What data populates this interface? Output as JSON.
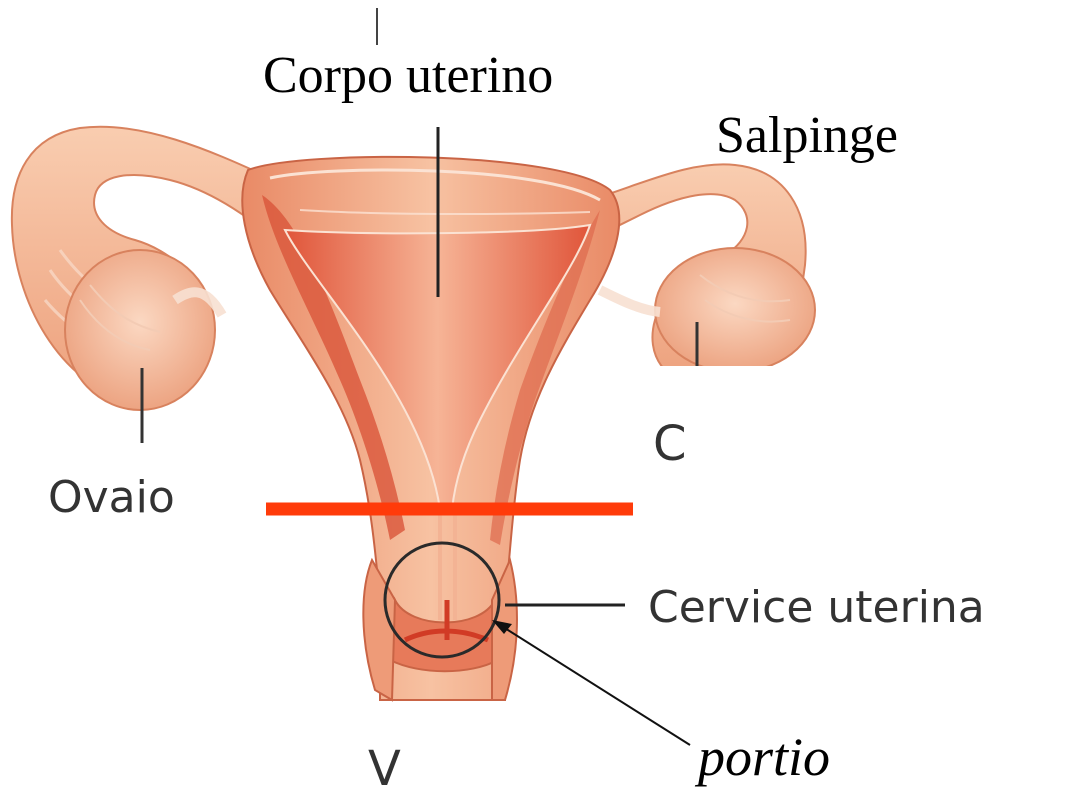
{
  "labels": {
    "corpo_uterino": "Corpo uterino",
    "salpinge": "Salpinge",
    "ovaio": "Ovaio",
    "cervice_uterina": "Cervice uterina",
    "portio": "portio",
    "fragment_right": "C",
    "fragment_bottom": "V"
  },
  "colors": {
    "tissue_light": "#f6c3a3",
    "tissue_mid": "#eea27e",
    "tissue_dark": "#e06b4a",
    "tissue_deep": "#d4452f",
    "outline": "#b0533a",
    "cut_line": "#ff3b0a",
    "circle": "#2a2a2a",
    "leader": "#222222"
  }
}
